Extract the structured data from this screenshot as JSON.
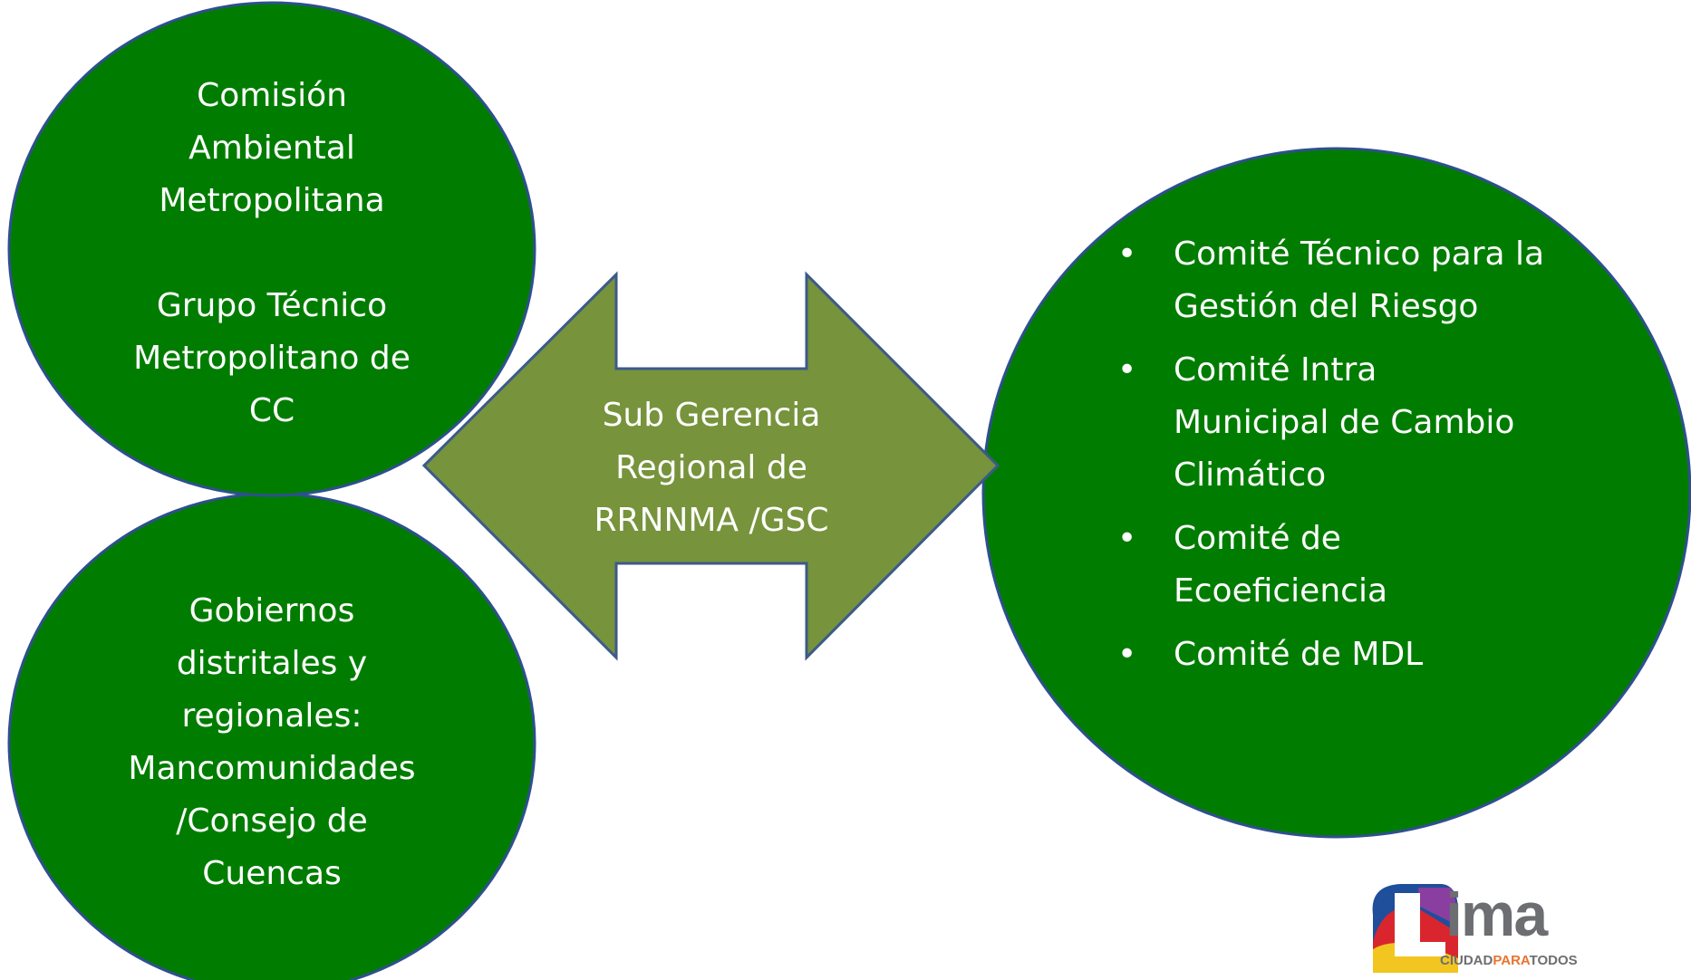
{
  "colors": {
    "circle_fill": "#007d00",
    "circle_stroke": "#2f4f8f",
    "arrow_fill": "#77933c",
    "arrow_stroke": "#3c5a8a",
    "text": "#ffffff"
  },
  "top_circle": {
    "line1": "Comisión",
    "line2": "Ambiental",
    "line3": "Metropolitana",
    "line4": "Grupo Técnico",
    "line5": "Metropolitano de",
    "line6": "CC"
  },
  "bottom_circle": {
    "line1": "Gobiernos",
    "line2": "distritales y",
    "line3": "regionales:",
    "line4": "Mancomunidades",
    "line5": "/Consejo de",
    "line6": "Cuencas"
  },
  "arrow": {
    "line1": "Sub Gerencia",
    "line2": "Regional de",
    "line3": "RRNNMA /GSC"
  },
  "right_circle": {
    "bullet_symbol": "•",
    "items": [
      {
        "line1": "Comité Técnico para la",
        "line2": "Gestión del Riesgo"
      },
      {
        "line1": "Comité Intra",
        "line2": "Municipal de Cambio",
        "line3": "Climático"
      },
      {
        "line1": "Comité de",
        "line2": "Ecoeficiencia"
      },
      {
        "line1": "Comité de MDL"
      }
    ]
  },
  "logo": {
    "word": "ima",
    "tag_part1": "CIUDAD",
    "tag_part2": "PARA",
    "tag_part3": "TODOS"
  }
}
